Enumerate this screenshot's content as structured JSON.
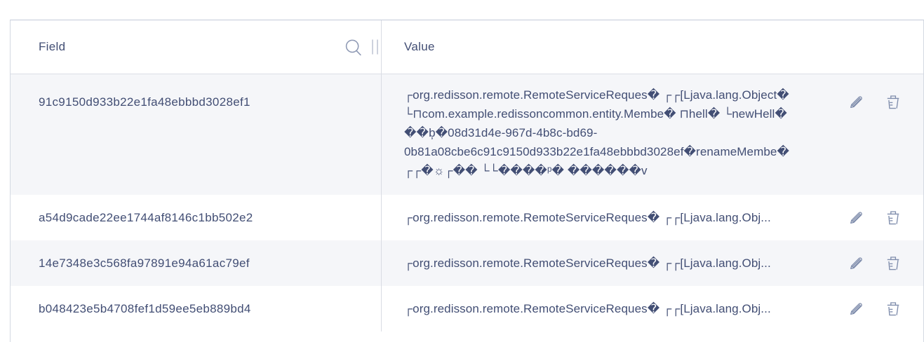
{
  "header": {
    "field_label": "Field",
    "value_label": "Value"
  },
  "icons": {
    "search": "magnifier-icon",
    "column_resize": "drag-handle-icon",
    "edit": "pencil-icon",
    "delete": "trash-icon"
  },
  "colors": {
    "text": "#424e74",
    "icon": "#7f8dac",
    "stripe_bg": "#f5f6f9",
    "border": "#d9dce3",
    "top_border": "#c3cad8"
  },
  "rows": [
    {
      "field": "91c9150d933b22e1fa48ebbbd3028ef1",
      "value": "┌org.redisson.remote.RemoteServiceReques� ┌┌[Ljava.lang.Object� └⊓com.example.redissoncommon.entity.Membe� ⊓hell� └newHell� ��b̦�08d31d4e-967d-4b8c-bd69-0b81a08cbe6c91c9150d933b22e1fa48ebbbd3028ef�renameMembe� ┌┌�☼┌�� └└����ᵖ� ������v"
    },
    {
      "field": "a54d9cade22ee1744af8146c1bb502e2",
      "value": "┌org.redisson.remote.RemoteServiceReques� ┌┌[Ljava.lang.Obj..."
    },
    {
      "field": "14e7348e3c568fa97891e94a61ac79ef",
      "value": "┌org.redisson.remote.RemoteServiceReques� ┌┌[Ljava.lang.Obj..."
    },
    {
      "field": "b048423e5b4708fef1d59ee5eb889bd4",
      "value": "┌org.redisson.remote.RemoteServiceReques� ┌┌[Ljava.lang.Obj..."
    }
  ]
}
